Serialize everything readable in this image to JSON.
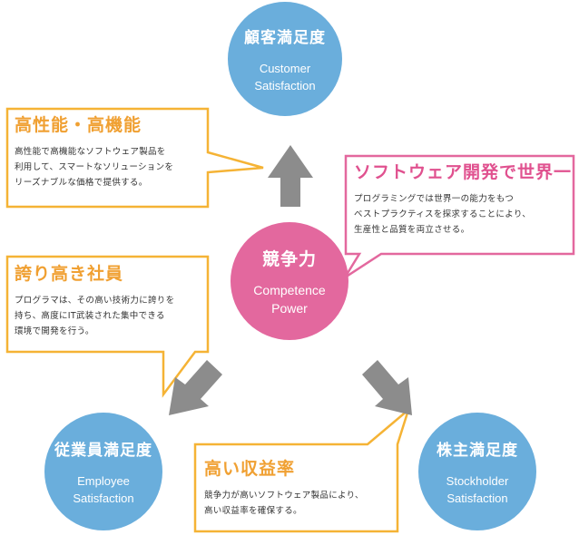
{
  "colors": {
    "circle_blue": "#6aaedc",
    "circle_pink": "#e3689e",
    "arrow_gray": "#8c8c8c",
    "callout_orange": "#f5b335",
    "callout_pink": "#e3689e",
    "heading_orange": "#f0a032",
    "heading_magenta": "#e0518f"
  },
  "nodes": {
    "customer": {
      "jp": "顧客満足度",
      "en1": "Customer",
      "en2": "Satisfaction"
    },
    "center": {
      "jp": "競争力",
      "en1": "Competence",
      "en2": "Power"
    },
    "employee": {
      "jp": "従業員満足度",
      "en1": "Employee",
      "en2": "Satisfaction"
    },
    "stockholder": {
      "jp": "株主満足度",
      "en1": "Stockholder",
      "en2": "Satisfaction"
    }
  },
  "callouts": {
    "performance": {
      "title": "高性能・高機能",
      "lines": [
        "高性能で高機能なソフトウェア製品を",
        "利用して、スマートなソリューションを",
        "リーズナブルな価格で提供する。"
      ]
    },
    "world_class": {
      "title": "ソフトウェア開発で世界一",
      "lines": [
        "プログラミングでは世界一の能力をもつ",
        "ベストプラクティスを探求することにより、",
        "生産性と品質を両立させる。"
      ]
    },
    "proud_staff": {
      "title": "誇り高き社員",
      "lines": [
        "プログラマは、その高い技術力に誇りを",
        "持ち、高度にIT武装された集中できる",
        "環境で開発を行う。"
      ]
    },
    "high_profit": {
      "title": "高い収益率",
      "lines": [
        "競争力が高いソフトウェア製品により、",
        "高い収益率を確保する。"
      ]
    }
  }
}
